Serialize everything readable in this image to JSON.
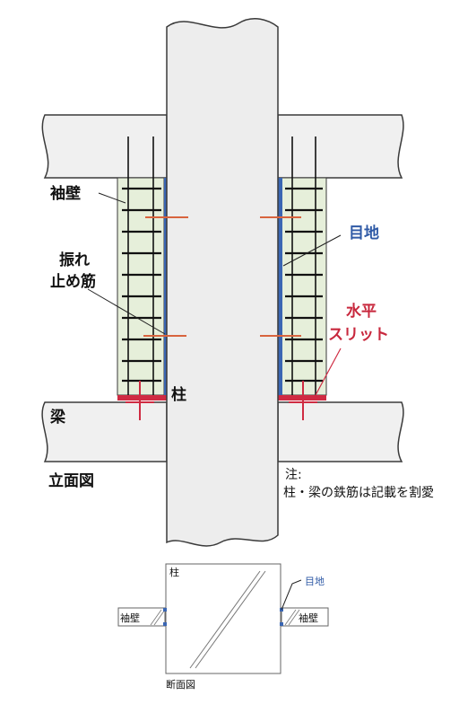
{
  "colors": {
    "joint": "#3a66b3",
    "slit": "#cf2b42",
    "wing_wall": "#e6efda",
    "concrete": "#ededed",
    "marker": "#d8643e"
  },
  "elevation": {
    "title": "立面図",
    "labels": {
      "wing_wall": "袖壁",
      "anti_sway_line1": "振れ",
      "anti_sway_line2": "止め筋",
      "joint": "目地",
      "slit_line1": "水平",
      "slit_line2": "スリット",
      "column": "柱",
      "beam": "梁"
    },
    "note": {
      "heading": "注:",
      "text": "柱・梁の鉄筋は記載を割愛"
    }
  },
  "section": {
    "title": "断面図",
    "labels": {
      "column": "柱",
      "joint": "目地",
      "wing_wall_left": "袖壁",
      "wing_wall_right": "袖壁"
    }
  }
}
